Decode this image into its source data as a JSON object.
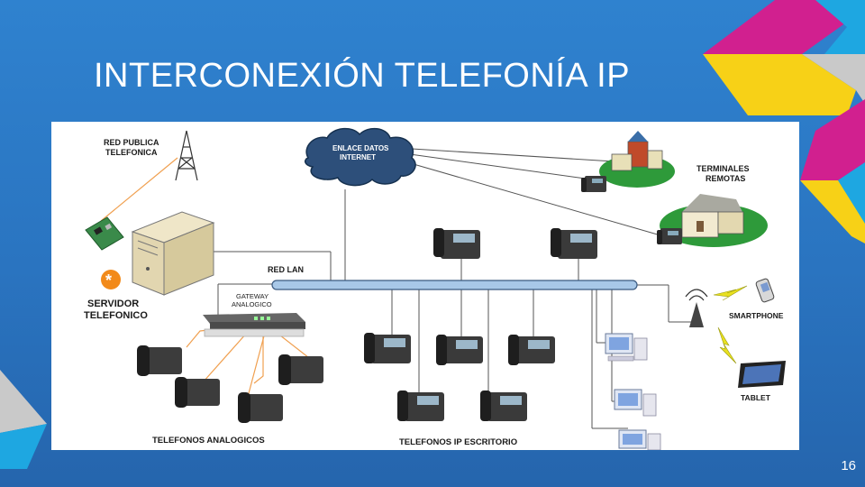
{
  "slide": {
    "title": "INTERCONEXIÓN TELEFONÍA IP",
    "number": "16"
  },
  "diagram": {
    "labels": {
      "red_publica_1": "RED PUBLICA",
      "red_publica_2": "TELEFONICA",
      "enlace_1": "ENLACE DATOS",
      "enlace_2": "INTERNET",
      "terminales_1": "TERMINALES",
      "terminales_2": "REMOTAS",
      "red_lan": "RED LAN",
      "gateway_1": "GATEWAY",
      "gateway_2": "ANALOGICO",
      "servidor_1": "SERVIDOR",
      "servidor_2": "TELEFONICO",
      "smartphone": "SMARTPHONE",
      "tablet": "TABLET",
      "telefonos_analogicos": "TELEFONOS ANALOGICOS",
      "telefonos_ip": "TELEFONOS IP ESCRITORIO"
    }
  },
  "colors": {
    "background": "#2a74c0",
    "magenta": "#d1208f",
    "yellow": "#f7d117",
    "grey": "#c9c9c9",
    "cyan": "#1ea7e1",
    "cable_orange": "#f0a050",
    "lan_bar": "#a8c8e8"
  },
  "icons": [
    "antenna-icon",
    "cloud-icon",
    "server-icon",
    "gateway-icon",
    "desk-phone-icon",
    "analog-phone-icon",
    "house-icon",
    "church-icon",
    "computer-icon",
    "smartphone-icon",
    "tablet-icon",
    "wifi-ap-icon",
    "lightning-icon",
    "asterisk-logo-icon",
    "pci-card-icon"
  ]
}
